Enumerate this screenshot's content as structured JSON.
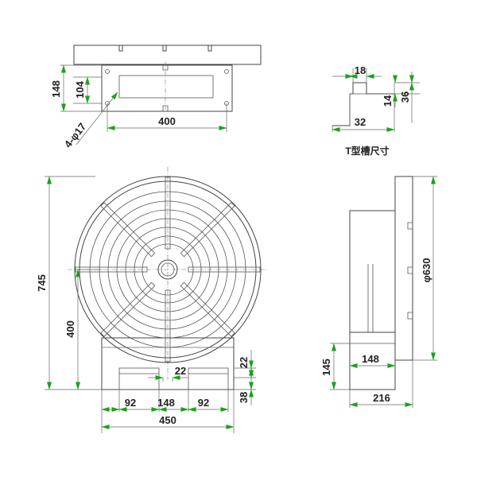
{
  "colors": {
    "arrow": "#19a319",
    "line": "#444444"
  },
  "caption": "T型槽尺寸",
  "dims": {
    "top_h148": "148",
    "top_h104": "104",
    "top_w400": "400",
    "top_holes": "4-φ17",
    "t_w18": "18",
    "t_w32": "32",
    "t_h14": "14",
    "t_h36": "36",
    "f_h745": "745",
    "f_h400": "400",
    "f_w92a": "92",
    "f_w148": "148",
    "f_w92b": "92",
    "f_w450": "450",
    "f_w22": "22",
    "f_v22": "22",
    "f_v38": "38",
    "s_d630": "φ630",
    "s_h145": "145",
    "s_w148": "148",
    "s_w216": "216"
  }
}
